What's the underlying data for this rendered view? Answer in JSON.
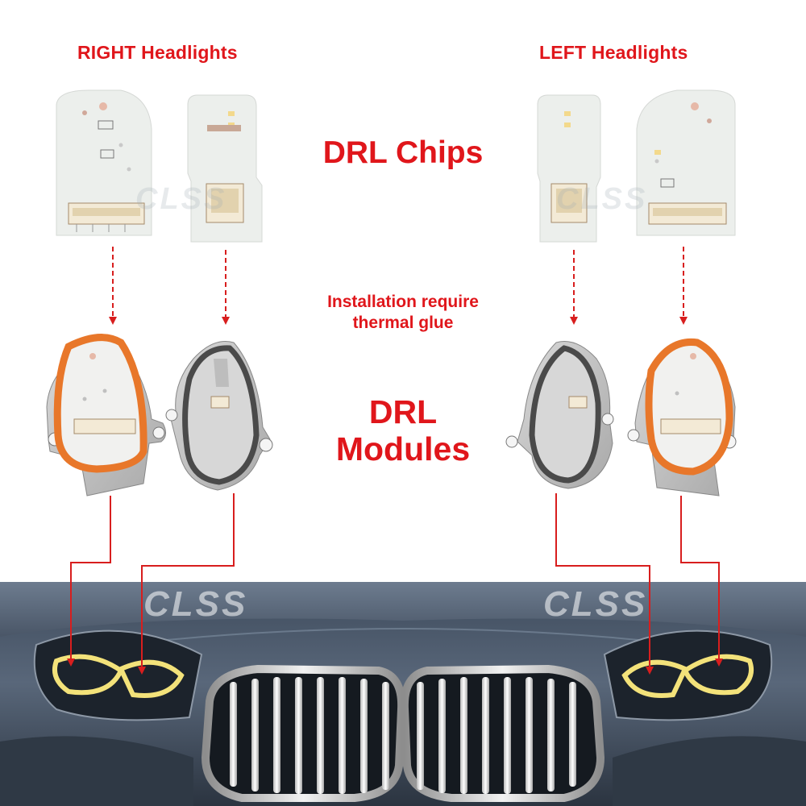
{
  "headers": {
    "right": "RIGHT Headlights",
    "left": "LEFT Headlights"
  },
  "labels": {
    "drl_chips": "DRL Chips",
    "install_line1": "Installation require",
    "install_line2": "thermal glue",
    "drl_modules_line1": "DRL",
    "drl_modules_line2": "Modules"
  },
  "watermark": "CLSS",
  "colors": {
    "accent_red": "#e0161b",
    "arrow_red": "#d81e1e",
    "pcb_white": "#eef0ee",
    "module_orange": "#e8772a",
    "car_body": "#4d5a6b",
    "drl_yellow": "#f3e27a"
  }
}
